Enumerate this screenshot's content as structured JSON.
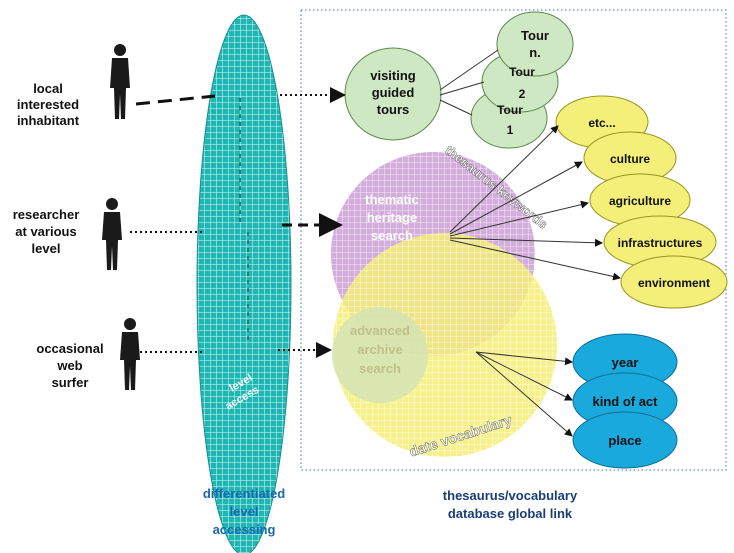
{
  "users": {
    "local": [
      "local",
      "interested",
      "inhabitant"
    ],
    "researcher": [
      "researcher",
      "at various",
      "level"
    ],
    "surfer": [
      "occasional",
      "web",
      "surfer"
    ]
  },
  "ellipse_label": [
    "differentiated",
    "level",
    "accessing"
  ],
  "database_label": [
    "thesaurus/vocabulary",
    "database global link"
  ],
  "tours": {
    "hub": [
      "visiting",
      "guided",
      "tours"
    ],
    "tour_n": [
      "Tour",
      "n."
    ],
    "tour_2": [
      "Tour",
      "2"
    ],
    "tour_1": [
      "Tour",
      "1"
    ]
  },
  "thematic": [
    "thematic",
    "heritage",
    "search"
  ],
  "advanced": [
    "advanced",
    "archive",
    "search"
  ],
  "themes": [
    "etc...",
    "culture",
    "agriculture",
    "infrastructures",
    "environment"
  ],
  "attributes": [
    "year",
    "kind of act",
    "place"
  ],
  "colors": {
    "teal": "#1fb7b3",
    "green": "#cfe8c4",
    "yellow": "#f4ef78",
    "purple": "#cfa6d8",
    "blue": "#1aa9dd",
    "label_blue": "#1a66b0",
    "label_dark": "#1a3d7a"
  }
}
